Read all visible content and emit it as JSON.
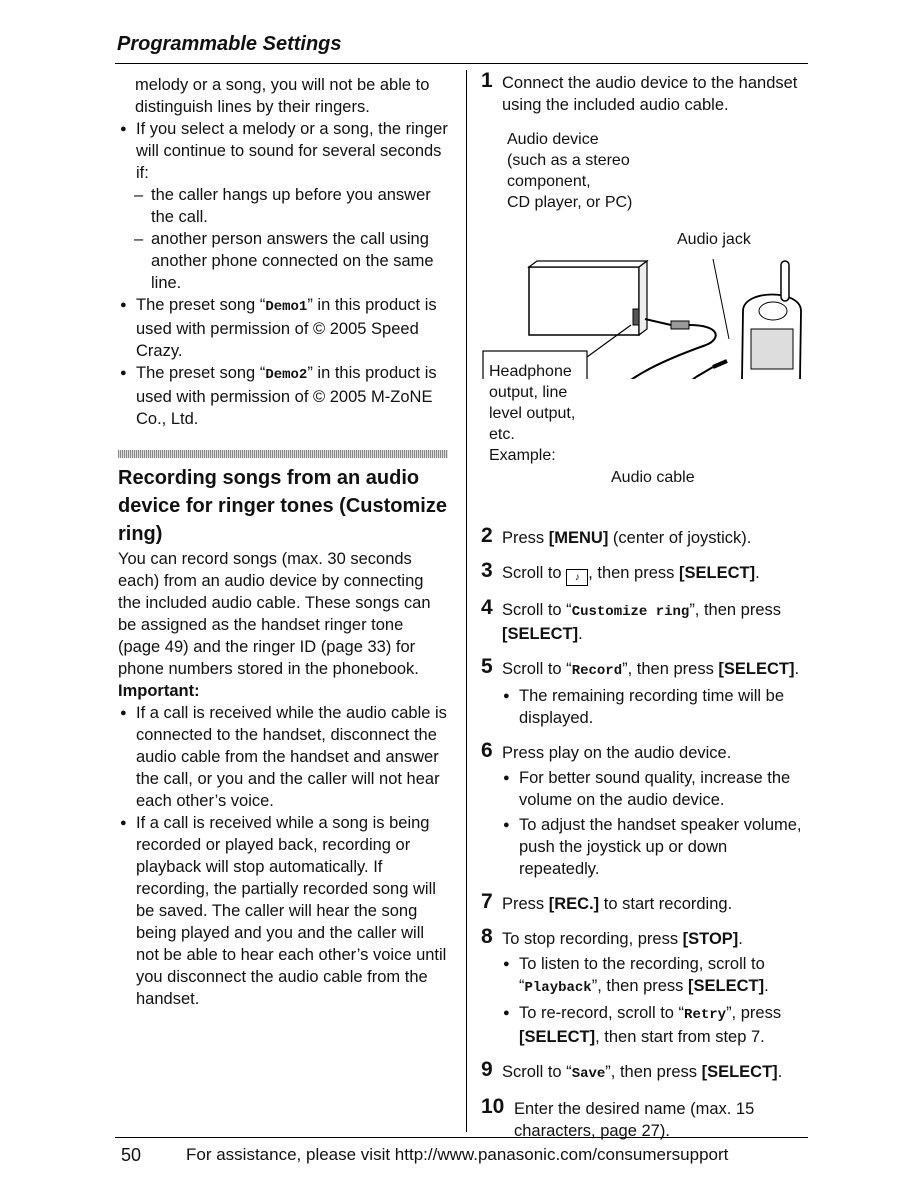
{
  "header": {
    "title": "Programmable Settings"
  },
  "left": {
    "intro": "melody or a song, you will not be able to distinguish lines by their ringers.",
    "bullet1": "If you select a melody or a song, the ringer will continue to sound for several seconds if:",
    "dash1": "the caller hangs up before you answer the call.",
    "dash2": "another person answers the call using another phone connected on the same line.",
    "bullet2_pre": "The preset song “",
    "bullet2_code": "Demo1",
    "bullet2_post": "” in this product is used with permission of © 2005 Speed Crazy.",
    "bullet3_pre": "The preset song “",
    "bullet3_code": "Demo2",
    "bullet3_post": "” in this product is used with permission of © 2005 M-ZoNE Co., Ltd.",
    "section_heading": "Recording songs from an audio device for ringer tones (Customize ring)",
    "section_body": "You can record songs (max. 30 seconds each) from an audio device by connecting the included audio cable. These songs can be assigned as the handset ringer tone (page 49) and the ringer ID (page 33) for phone numbers stored in the phonebook.",
    "important_label": "Important:",
    "imp1": "If a call is received while the audio cable is connected to the handset, disconnect the audio cable from the handset and answer the call, or you and the caller will not hear each other’s voice.",
    "imp2": "If a call is received while a song is being recorded or played back, recording or playback will stop automatically. If recording, the partially recorded song will be saved. The caller will hear the song being played and you and the caller will not be able to hear each other’s voice until you disconnect the audio cable from the handset."
  },
  "diagram": {
    "audio_device_line1": "Audio device",
    "audio_device_line2": "(such as a stereo",
    "audio_device_line3": "component,",
    "audio_device_line4": "CD player, or PC)",
    "audio_jack": "Audio jack",
    "hp_line1": "Headphone",
    "hp_line2": "output, line",
    "hp_line3": "level output,",
    "hp_line4": "etc.",
    "hp_line5": "Example:",
    "audio_cable": "Audio cable"
  },
  "steps": {
    "s1_num": "1",
    "s1": "Connect the audio device to the handset using the included audio cable.",
    "s2_num": "2",
    "s2_pre": "Press ",
    "s2_key": "[MENU]",
    "s2_post": " (center of joystick).",
    "s3_num": "3",
    "s3_pre": "Scroll to ",
    "s3_post": ", then press ",
    "s3_key": "[SELECT]",
    "s3_end": ".",
    "s4_num": "4",
    "s4_pre": "Scroll to “",
    "s4_code": "Customize ring",
    "s4_post": "”, then press ",
    "s4_key": "[SELECT]",
    "s4_end": ".",
    "s5_num": "5",
    "s5_pre": "Scroll to “",
    "s5_code": "Record",
    "s5_post": "”, then press ",
    "s5_key": "[SELECT]",
    "s5_end": ".",
    "s5_sub": "The remaining recording time will be displayed.",
    "s6_num": "6",
    "s6": "Press play on the audio device.",
    "s6_sub1": "For better sound quality, increase the volume on the audio device.",
    "s6_sub2": "To adjust the handset speaker volume, push the joystick up or down repeatedly.",
    "s7_num": "7",
    "s7_pre": "Press ",
    "s7_key": "[REC.]",
    "s7_post": " to start recording.",
    "s8_num": "8",
    "s8_pre": "To stop recording, press ",
    "s8_key": "[STOP]",
    "s8_end": ".",
    "s8_sub1_pre": "To listen to the recording, scroll to “",
    "s8_sub1_code": "Playback",
    "s8_sub1_post": "”, then press ",
    "s8_sub1_key": "[SELECT]",
    "s8_sub1_end": ".",
    "s8_sub2_pre": "To re-record, scroll to “",
    "s8_sub2_code": "Retry",
    "s8_sub2_post": "”, press ",
    "s8_sub2_key": "[SELECT]",
    "s8_sub2_end": ", then start from step 7.",
    "s9_num": "9",
    "s9_pre": "Scroll to “",
    "s9_code": "Save",
    "s9_post": "”, then press ",
    "s9_key": "[SELECT]",
    "s9_end": ".",
    "s10_num": "10",
    "s10": "Enter the desired name (max. 15 characters, page 27)."
  },
  "footer": {
    "page_number": "50",
    "assistance": "For assistance, please visit http://www.panasonic.com/consumersupport"
  }
}
